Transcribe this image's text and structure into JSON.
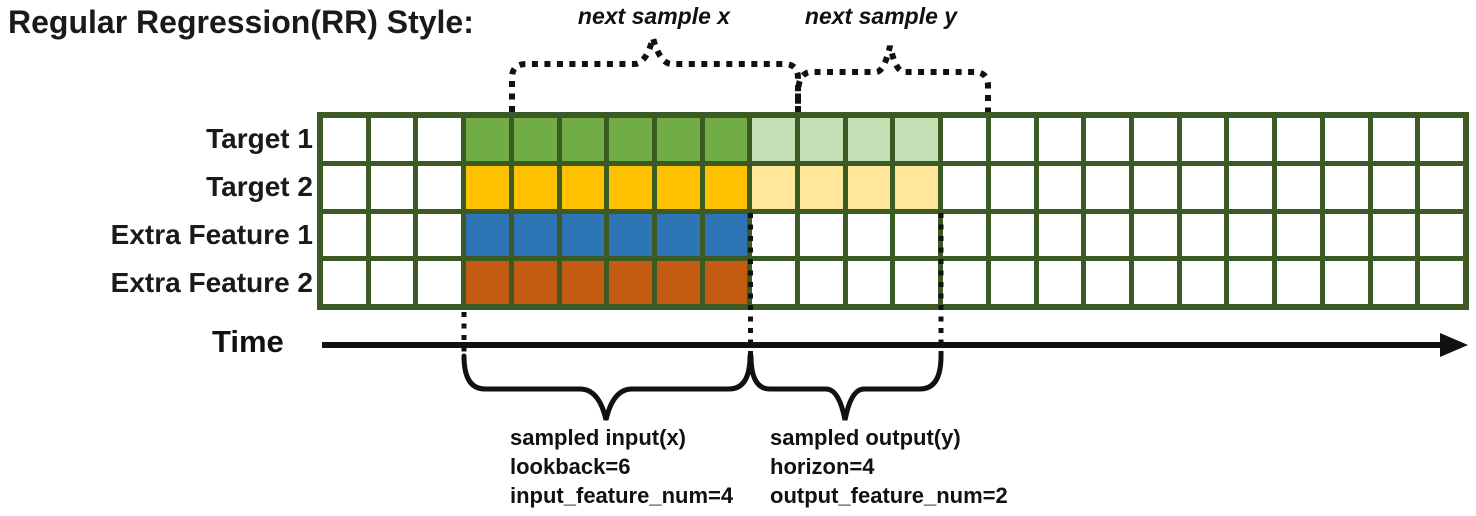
{
  "title": "Regular Regression(RR) Style:",
  "colors": {
    "grid_line": "#3C5A23",
    "target1_input": "#70AD47",
    "target1_output": "#C5E0B4",
    "target2_input": "#FFC000",
    "target2_output": "#FFE699",
    "extra1_input": "#2E75B6",
    "extra2_input": "#C55A11",
    "annotation": "#111111",
    "cell_empty": "#ffffff"
  },
  "grid": {
    "columns": 24,
    "input_start_col": 3,
    "lookback": 6,
    "horizon": 4,
    "rows": [
      {
        "label": "Target 1",
        "input_color": "#70AD47",
        "output_color": "#C5E0B4"
      },
      {
        "label": "Target 2",
        "input_color": "#FFC000",
        "output_color": "#FFE699"
      },
      {
        "label": "Extra Feature 1",
        "input_color": "#2E75B6"
      },
      {
        "label": "Extra Feature 2",
        "input_color": "#C55A11"
      }
    ]
  },
  "time_axis": {
    "label": "Time"
  },
  "annotations": {
    "next_sample_x": "next sample x",
    "next_sample_y": "next sample y",
    "input_block": "sampled input(x)\nlookback=6\ninput_feature_num=4",
    "output_block": "sampled output(y)\nhorizon=4\noutput_feature_num=2"
  }
}
